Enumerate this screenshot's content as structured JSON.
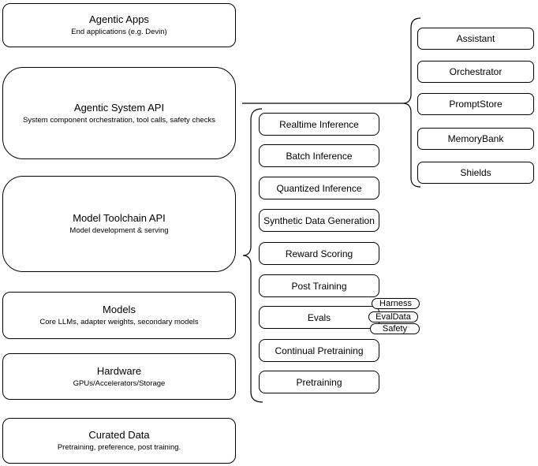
{
  "colors": {
    "stroke": "#000000",
    "node_fill": "#ffffff",
    "text": "#000000"
  },
  "stack": [
    {
      "title": "Agentic Apps",
      "subtitle": "End applications (e.g. Devin)"
    },
    {
      "title": "Agentic System API",
      "subtitle": "System component orchestration, tool calls, safety checks"
    },
    {
      "title": "Model Toolchain API",
      "subtitle": "Model development & serving"
    },
    {
      "title": "Models",
      "subtitle": "Core LLMs, adapter weights, secondary models"
    },
    {
      "title": "Hardware",
      "subtitle": "GPUs/Accelerators/Storage"
    },
    {
      "title": "Curated Data",
      "subtitle": "Pretraining, preference, post training."
    }
  ],
  "toolchain": {
    "items": [
      "Realtime Inference",
      "Batch Inference",
      "Quantized Inference",
      "Synthetic Data Generation",
      "Reward Scoring",
      "Post Training",
      "Evals",
      "Continual Pretraining",
      "Pretraining"
    ],
    "eval_pills": [
      "Harness",
      "EvalData",
      "Safety"
    ]
  },
  "system_components": {
    "items": [
      "Assistant",
      "Orchestrator",
      "PromptStore",
      "MemoryBank",
      "Shields"
    ]
  }
}
